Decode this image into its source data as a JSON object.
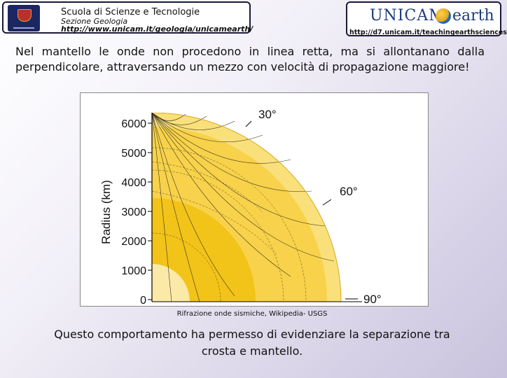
{
  "header": {
    "title": "Scuola di Scienze e Tecnologie",
    "subtitle": "Sezione Geologia",
    "url": "http://www.unicam.it/geologia/unicamearth/"
  },
  "logo": {
    "brand_left": "UNICAM",
    "brand_right": "earth",
    "url": "http://d7.unicam.it/teachingearthsciences",
    "colors": {
      "text": "#1d3c7c",
      "globe": "#e8a21e"
    }
  },
  "body": {
    "text_line1": "Nel mantello le onde non procedono in linea retta, ma si allontanano dalla",
    "text_line2": "perpendicolare, attraversando un mezzo con velocità di propagazione maggiore!"
  },
  "figure": {
    "y_axis_label": "Radius (km)",
    "y_ticks": [
      "6000",
      "5000",
      "4000",
      "3000",
      "2000",
      "1000",
      "0"
    ],
    "angle_labels": [
      "30°",
      "60°",
      "90°"
    ],
    "caption": "Rifrazione onde sismiche, Wikipedia- USGS",
    "colors": {
      "mantle": "#f7d24a",
      "outer": "#f9e07a",
      "core": "#f2c318",
      "inner": "#fbe9a8",
      "rays": "#3a3320"
    }
  },
  "conclusion": {
    "line1": "Questo comportamento ha permesso di evidenziare la separazione tra",
    "line2": "crosta e mantello."
  }
}
